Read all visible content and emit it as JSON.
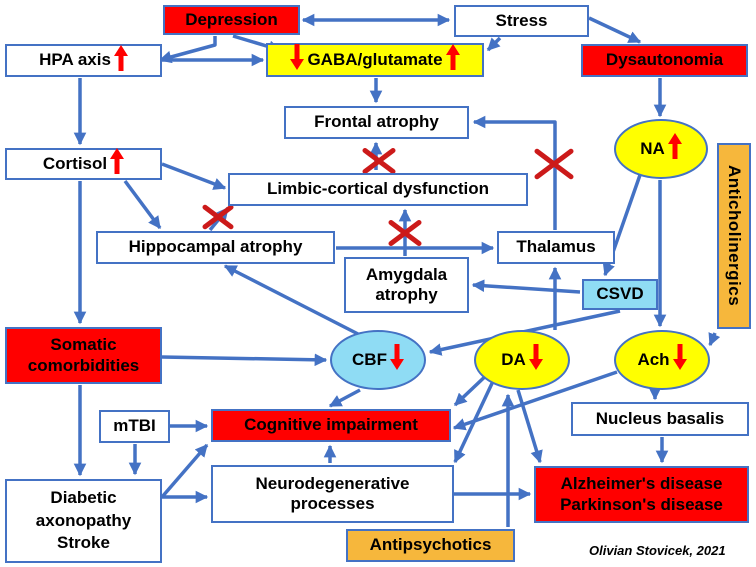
{
  "colors": {
    "line": "#4472c4",
    "block": "#cc1a1a",
    "indicator": "#ff0000",
    "red_box": "#ff0000",
    "yellow_box": "#ffff00",
    "blue_box": "#8fdcf4",
    "orange_box": "#f6b73c"
  },
  "nodes": {
    "depression": "Depression",
    "stress": "Stress",
    "hpa": "HPA axis",
    "gaba": "GABA/glutamate",
    "dysautonomia": "Dysautonomia",
    "frontal": "Frontal atrophy",
    "cortisol": "Cortisol",
    "limbic": "Limbic-cortical dysfunction",
    "na": "NA",
    "anticholinergics": "Anticholinergics",
    "hippocampal": "Hippocampal atrophy",
    "thalamus": "Thalamus",
    "amygdala": [
      "Amygdala",
      "atrophy"
    ],
    "csvd": "CSVD",
    "somatic": [
      "Somatic",
      "comorbidities"
    ],
    "cbf": "CBF",
    "da": "DA",
    "ach": "Ach",
    "mtbi": "mTBI",
    "cognitive": "Cognitive impairment",
    "nucleus": "Nucleus basalis",
    "diabetic": [
      "Diabetic",
      "axonopathy",
      "Stroke"
    ],
    "neurodegenerative": [
      "Neurodegenerative",
      "processes"
    ],
    "alzheimer": [
      "Alzheimer's disease",
      "Parkinson's disease"
    ],
    "antipsychotics": "Antipsychotics"
  },
  "indicators": {
    "hpa": "up",
    "gaba_left": "down",
    "gaba_right": "up",
    "cortisol": "up",
    "na": "up",
    "cbf": "down",
    "da": "down",
    "ach": "down"
  },
  "signature": "Olivian Stovicek, 2021"
}
